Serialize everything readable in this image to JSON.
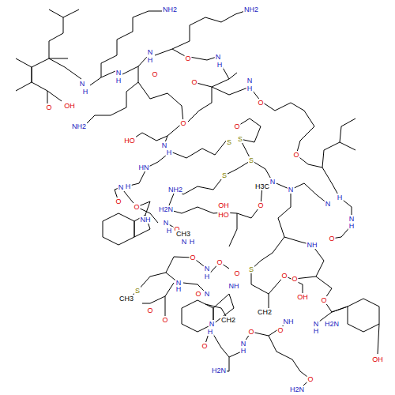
{
  "diagram": {
    "labels": [
      "NH2",
      "NH2",
      "O",
      "OH",
      "N",
      "H",
      "N",
      "H",
      "O",
      "N",
      "H",
      "O",
      "N",
      "H",
      "O",
      "N",
      "H",
      "NH2",
      "HO",
      "O",
      "N",
      "H",
      "HN",
      "O",
      "S",
      "S",
      "S",
      "S",
      "O",
      "NH2",
      "H2N",
      "OH",
      "HO",
      "O",
      "N",
      "H",
      "O",
      "N",
      "H",
      "O",
      "NH",
      "O",
      "N",
      "H",
      "CH3",
      "S",
      "CH3",
      "N",
      "H",
      "O",
      "N",
      "O",
      "NH",
      "H3C",
      "O",
      "N",
      "N",
      "O",
      "N",
      "H",
      "N",
      "H",
      "O",
      "N",
      "H",
      "O",
      "S",
      "OH",
      "O",
      "O",
      "CH2",
      "N",
      "H",
      "O",
      "N",
      "H",
      "O",
      "O",
      "H2N",
      "O",
      "OH",
      "H2N",
      "O",
      "H2N",
      "NH",
      "NH",
      "O",
      "CH2",
      "N",
      "H",
      "O"
    ]
  }
}
